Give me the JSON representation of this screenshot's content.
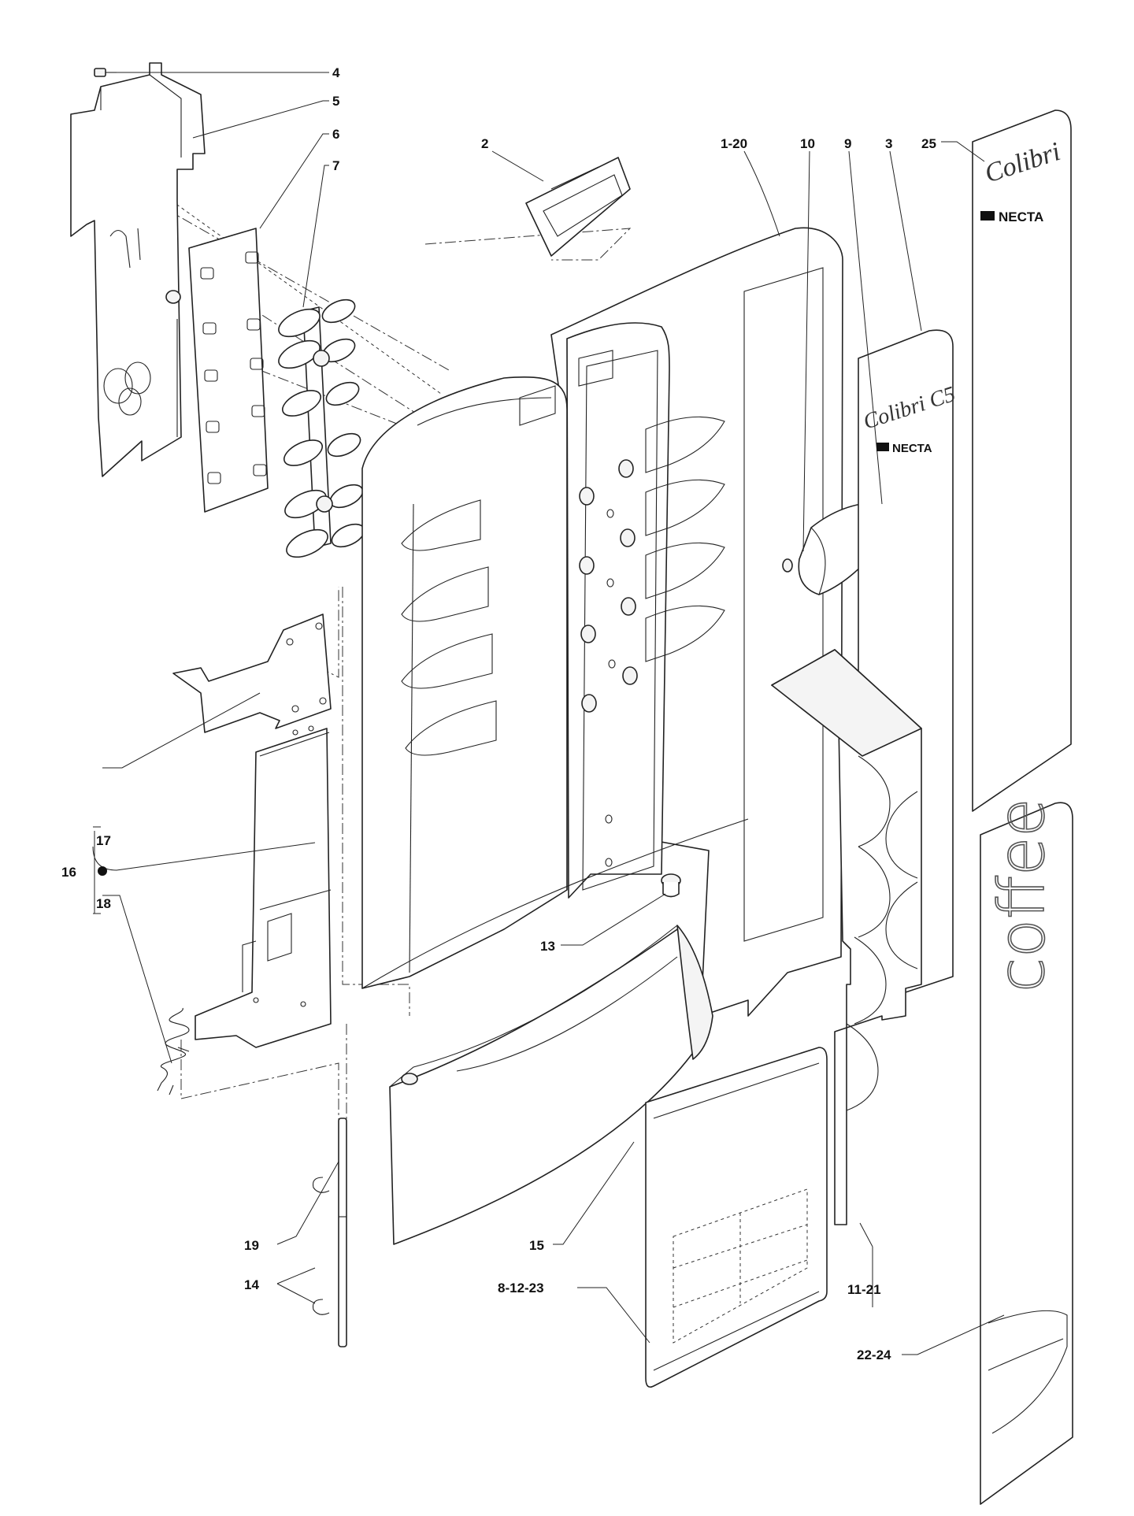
{
  "callouts": {
    "c4": "4",
    "c5": "5",
    "c6": "6",
    "c7": "7",
    "c2": "2",
    "c1_20": "1-20",
    "c10": "10",
    "c9": "9",
    "c3": "3",
    "c25": "25",
    "c17": "17",
    "c16": "16",
    "c18": "18",
    "c13": "13",
    "c19": "19",
    "c14": "14",
    "c15": "15",
    "c8_12_23": "8-12-23",
    "c11_21": "11-21",
    "c22_24": "22-24"
  },
  "panel_text": {
    "brand_script": "Colibri",
    "brand_model": "Colibri C5",
    "maker": "NECTA",
    "coffee": "coffee"
  }
}
